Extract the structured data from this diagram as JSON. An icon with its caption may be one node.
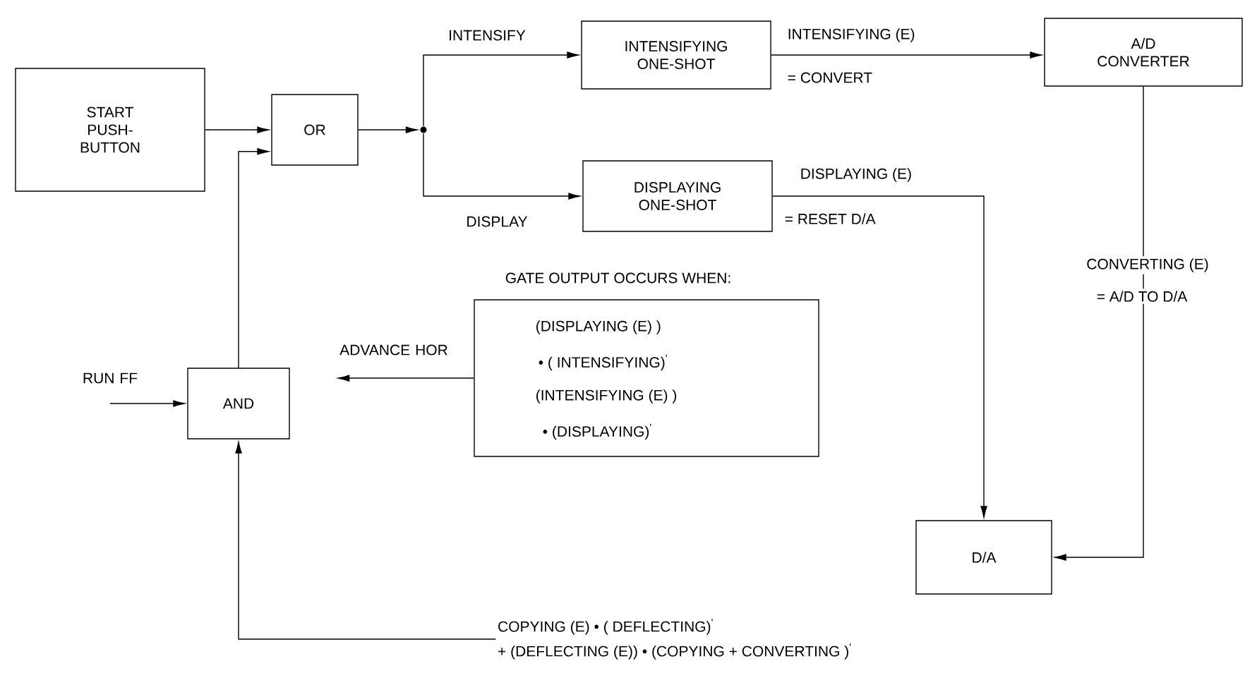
{
  "diagram": {
    "nodes": [
      {
        "text": [
          "START PUSH-BUTTON"
        ]
      },
      {
        "text": [
          "OR"
        ]
      },
      {
        "text": [],
        "shape": "circle"
      },
      {
        "text": [
          "INTENSIFYING ONE-SHOT"
        ]
      },
      {
        "text": [
          "A/D CONVERTER"
        ]
      },
      {
        "text": [
          "DISPLAYING ONE-SHOT"
        ]
      },
      {
        "text": [
          "GATE OUTPUT OCCURS WHEN:",
          "(DISPLAYING (E) )",
          "• ( INTENSIFYING)$^{'}$",
          "(INTENSIFYING (E) )",
          "• (DISPLAYING)$^{'}$"
        ]
      },
      {
        "text": [
          "ADVANCE HOR"
        ]
      },
      {
        "text": [
          "RUN FF"
        ]
      },
      {
        "text": [
          "AND"
        ]
      },
      {
        "text": [
          "D/A"
        ]
      },
      {
        "text": [
          "COPYING (E) • ( DEFLECTING)$^{'}$",
          "+ (DEFLECTING (E)) • (COPYING + CONVERTING )$^{'}$"
        ]
      }
    ],
    "edges": [
      {
        "from": 0,
        "to": 1,
        "arrow": "to"
      },
      {
        "from": 1,
        "to": 2,
        "arrow": "to"
      },
      {
        "from": 2,
        "to": 3,
        "arrow": "to",
        "label": "INTENSIFY"
      },
      {
        "from": 2,
        "to": 5,
        "arrow": "to",
        "label": "DISPLAY"
      },
      {
        "from": 3,
        "to": 4,
        "arrow": "to",
        "label": "INTENSIFYING (E)"
      },
      {
        "from": 4,
        "to": 10,
        "arrow": "to",
        "label": "CONVERTING (E)"
      },
      {
        "from": 5,
        "to": 10,
        "arrow": "to",
        "label": "DISPLAYING (E)"
      },
      {
        "from": 6,
        "to": 7,
        "arrow": "to"
      },
      {
        "from": 8,
        "to": 9,
        "arrow": "to"
      },
      {
        "from": 9,
        "to": 1,
        "arrow": "to"
      },
      {
        "from": 11,
        "to": 9,
        "arrow": "to"
      }
    ],
    "labels": [
      "= CONVERT",
      "= RESET D/A",
      "= A/D TO D/A"
    ]
  }
}
